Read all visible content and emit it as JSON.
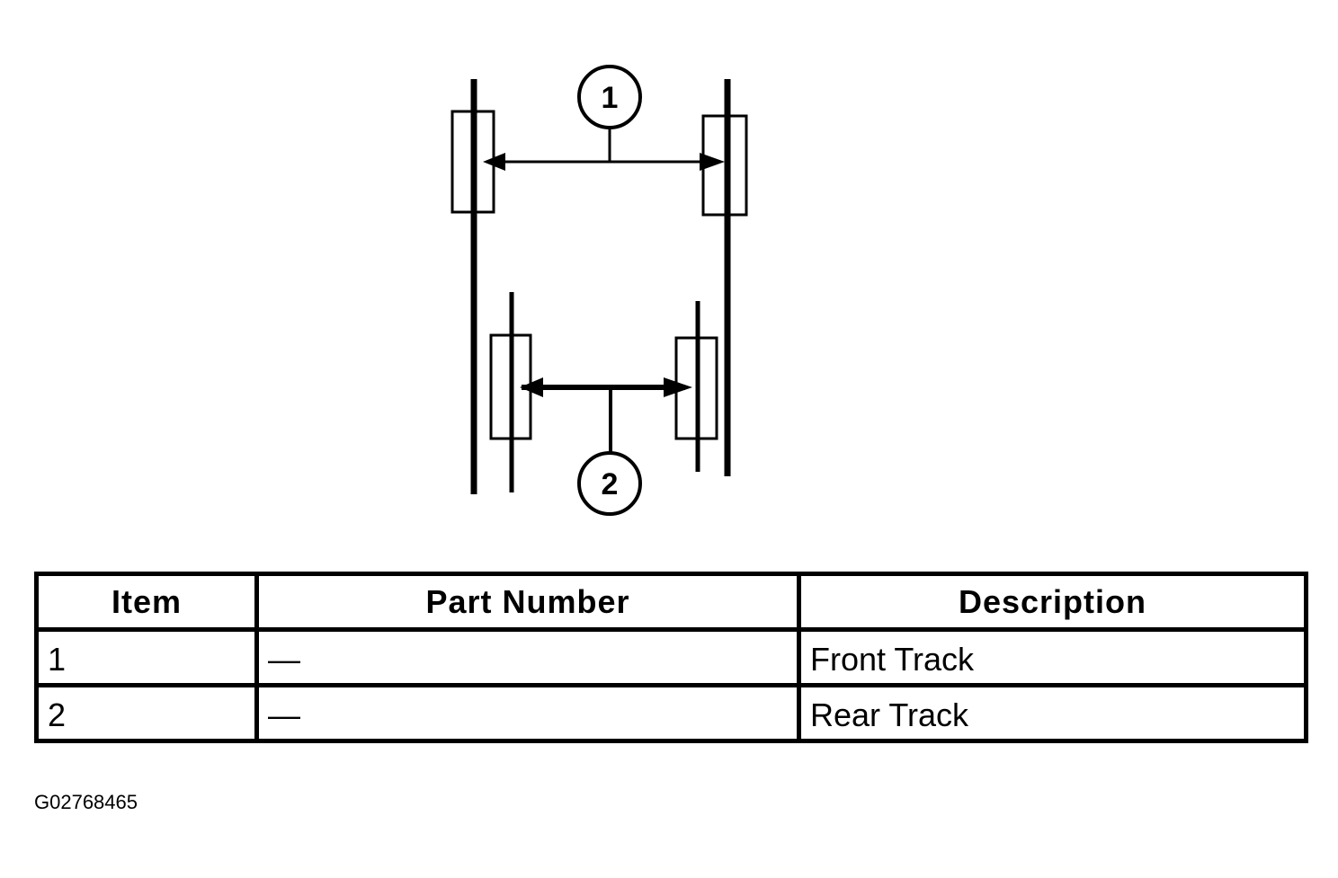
{
  "diagram": {
    "callouts": [
      {
        "label": "1"
      },
      {
        "label": "2"
      }
    ]
  },
  "table": {
    "headers": [
      "Item",
      "Part Number",
      "Description"
    ],
    "rows": [
      {
        "item": "1",
        "part_number": "—",
        "description": "Front Track"
      },
      {
        "item": "2",
        "part_number": "—",
        "description": "Rear Track"
      }
    ]
  },
  "figure_id": "G02768465",
  "colors": {
    "line": "#000000",
    "background": "#ffffff"
  }
}
